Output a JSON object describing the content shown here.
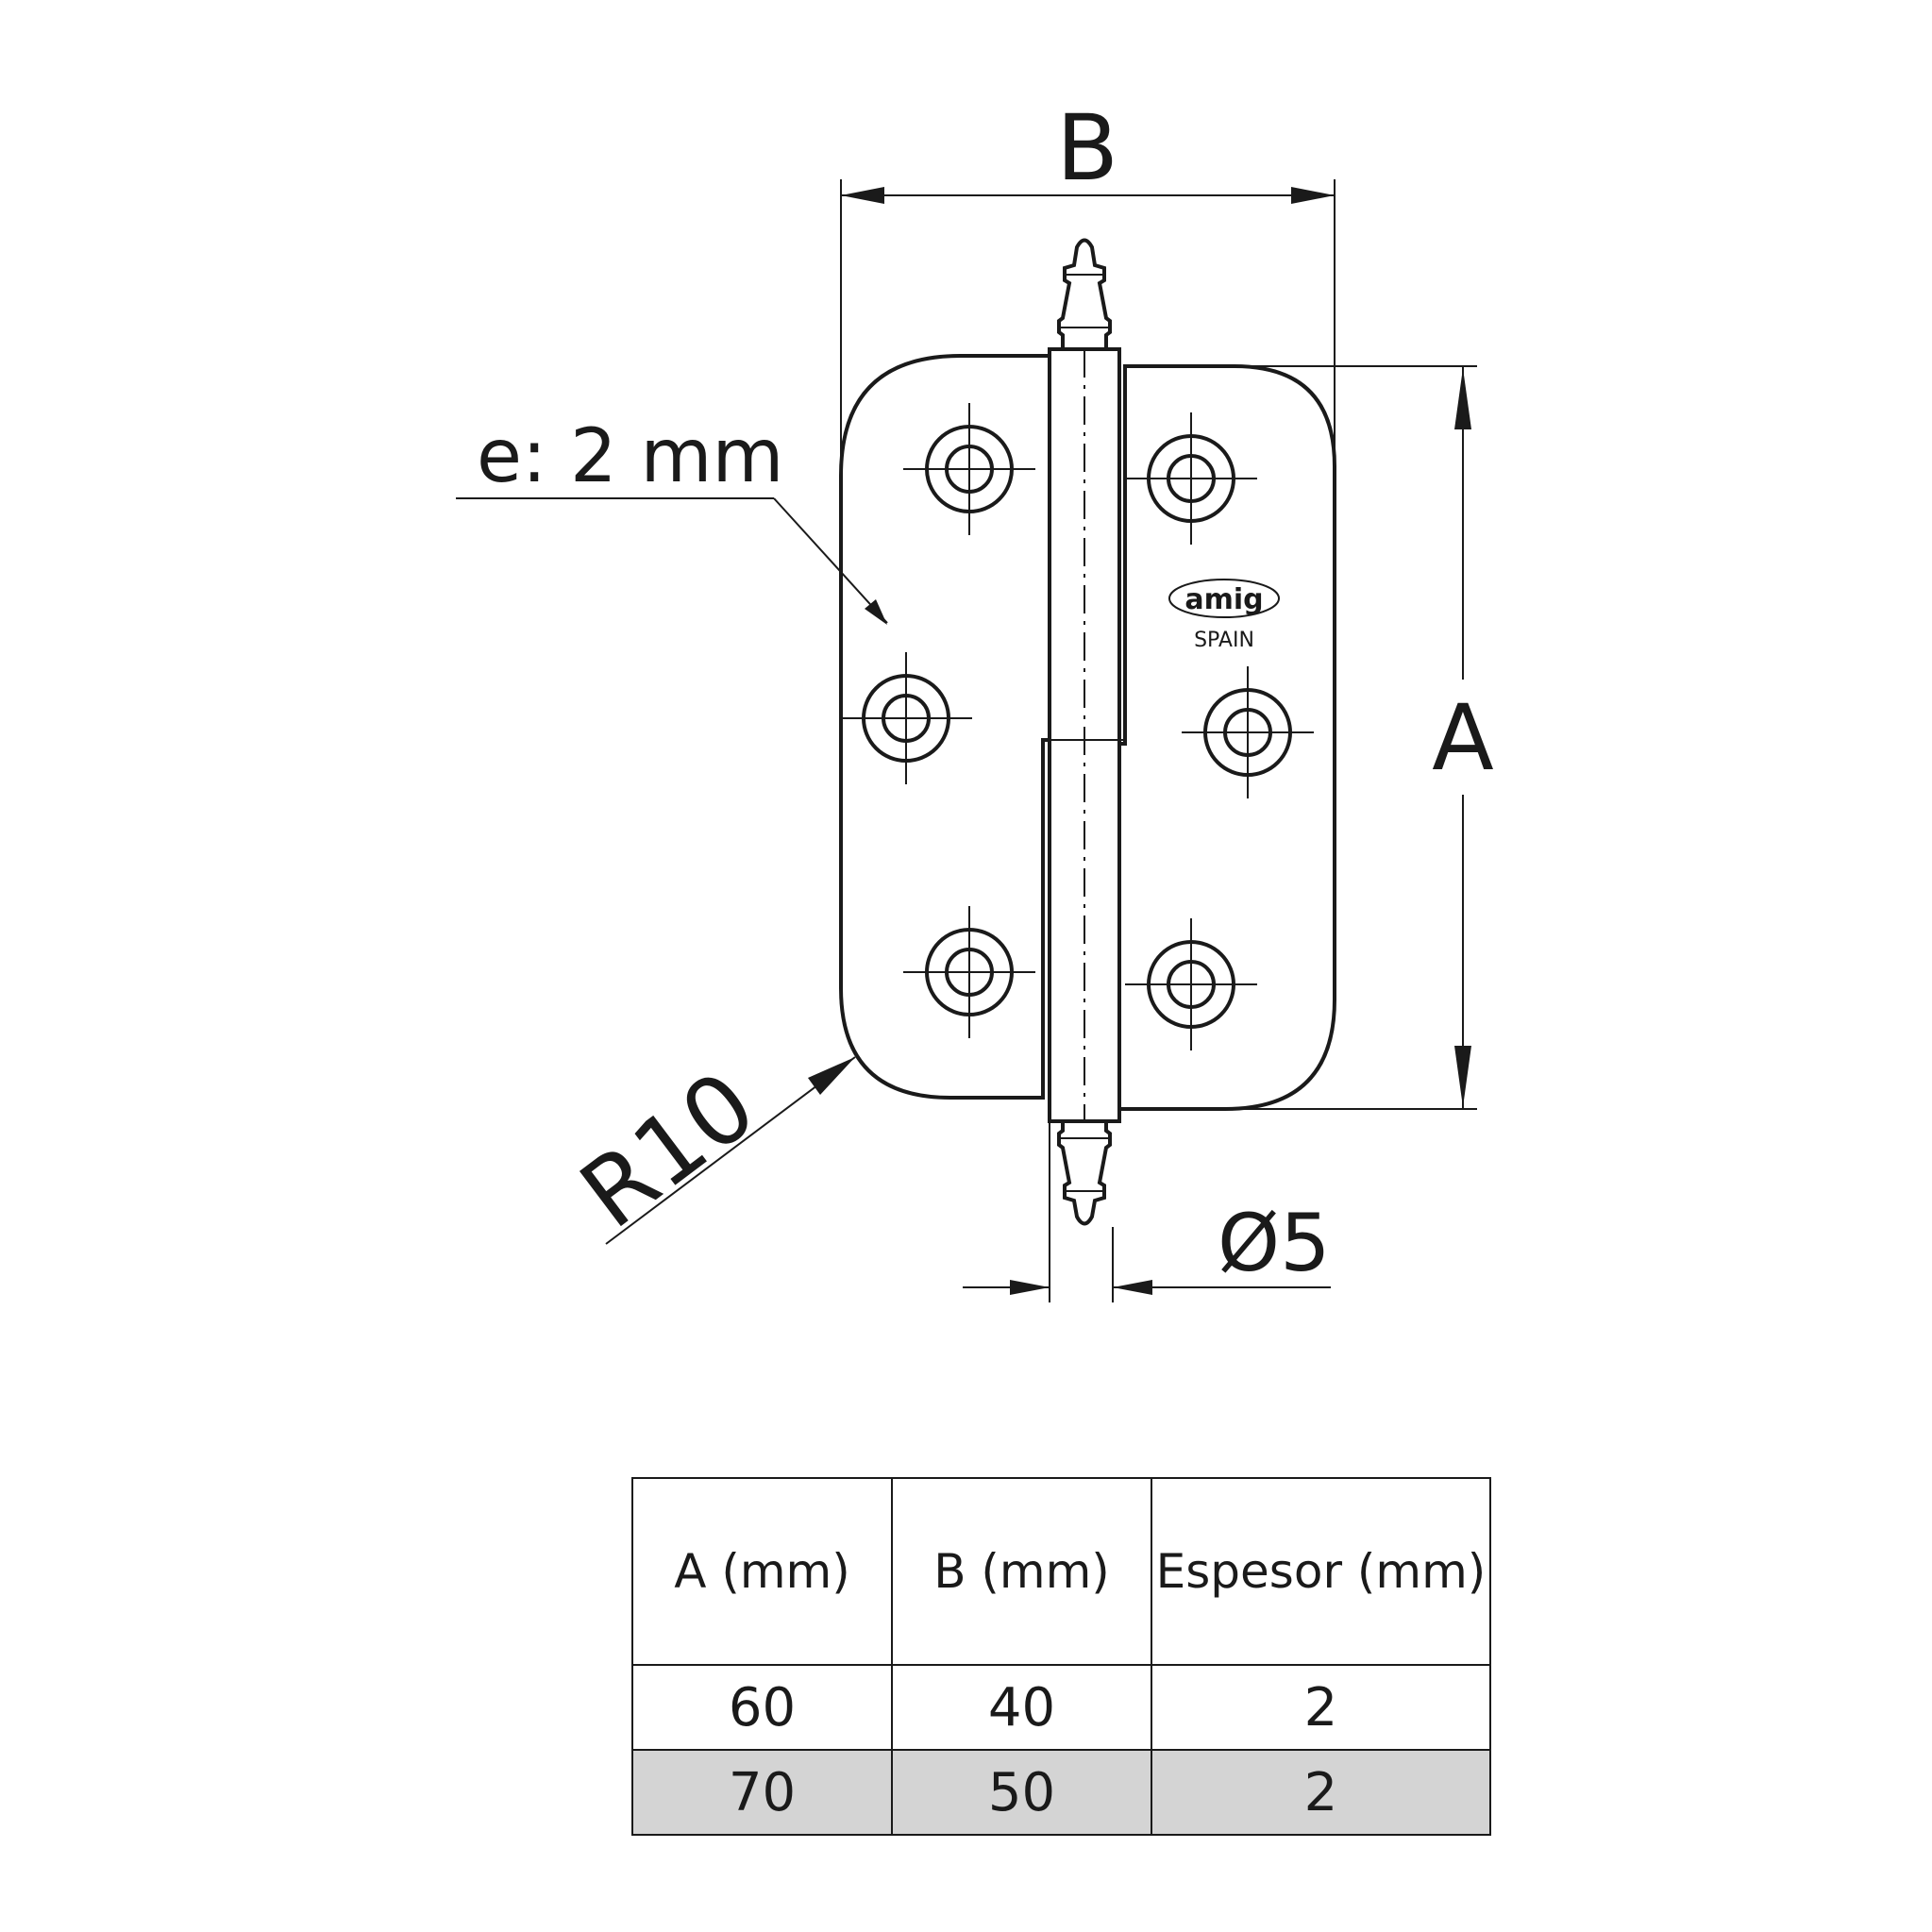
{
  "drawing": {
    "dim_b": "B",
    "dim_a": "A",
    "thickness_note": "e: 2 mm",
    "radius_note": "R10",
    "pin_diameter_note": "Ø5",
    "logo_text": "amig",
    "logo_country": "SPAIN"
  },
  "table": {
    "headers": [
      "A (mm)",
      "B (mm)",
      "Espesor (mm)"
    ],
    "rows": [
      [
        "60",
        "40",
        "2"
      ],
      [
        "70",
        "50",
        "2"
      ]
    ],
    "shaded_row_color": "#d4d4d4"
  }
}
